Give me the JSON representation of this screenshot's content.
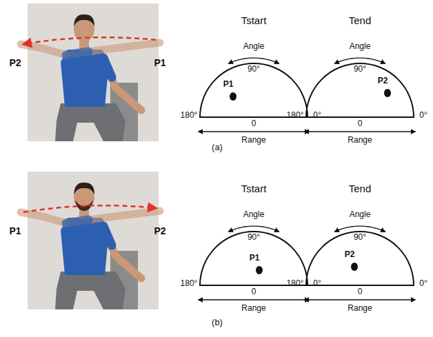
{
  "diagram": {
    "nodes": [
      {
        "text": [
          "Tstart",
          "Angle",
          "90°",
          "P1",
          "180°",
          "0°",
          "0",
          "Range"
        ]
      },
      {
        "text": [
          "Tend",
          "Angle",
          "90°",
          "P2",
          "180°",
          "0°",
          "0",
          "Range"
        ]
      },
      {
        "text": [
          "Tstart",
          "Angle",
          "90°",
          "P1",
          "180°",
          "0°",
          "0",
          "Range"
        ]
      },
      {
        "text": [
          "Tend",
          "Angle",
          "90°",
          "P2",
          "180°",
          "0°",
          "0",
          "Range"
        ]
      }
    ],
    "labels": [
      "P2",
      "P1",
      "(a)",
      "P1",
      "P2",
      "(b)"
    ]
  }
}
